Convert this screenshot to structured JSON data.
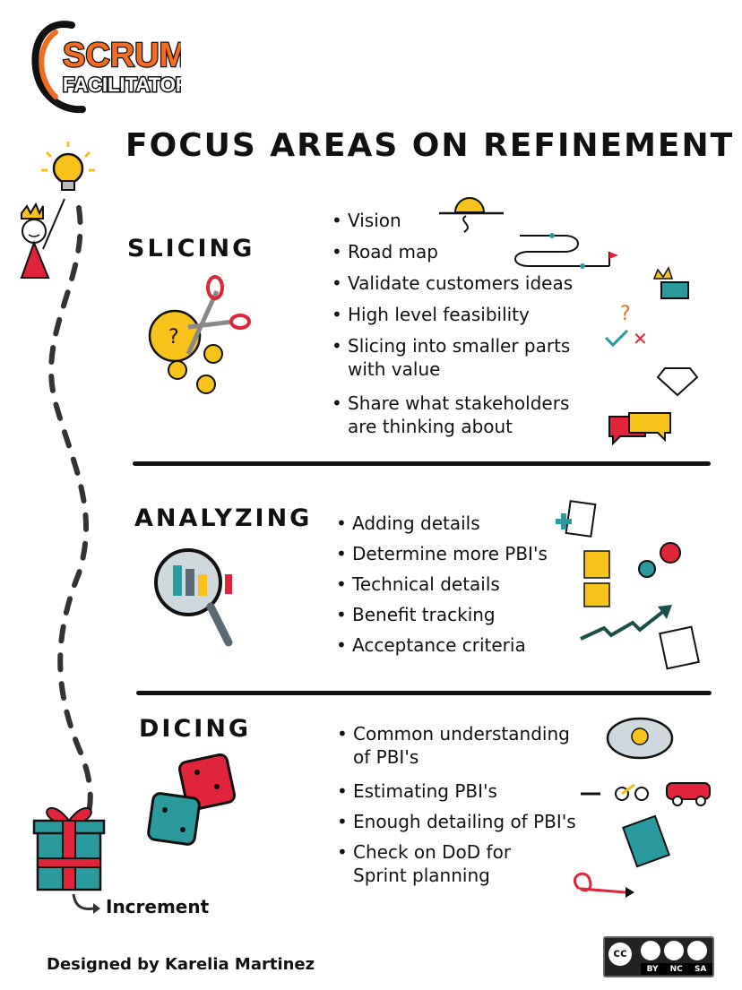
{
  "logo": {
    "line1": "SCRUM",
    "line2": "FACILITATORS"
  },
  "title": "FOCUS AREAS ON REFINEMENT",
  "sections": [
    {
      "title": "SLICING",
      "bullets": [
        "Vision",
        "Road map",
        "Validate customers ideas",
        "High level feasibility",
        "Slicing into smaller parts",
        "with value",
        "Share what stakeholders",
        "are thinking about"
      ]
    },
    {
      "title": "ANALYZING",
      "bullets": [
        "Adding details",
        "Determine more PBI's",
        "Technical details",
        "Benefit tracking",
        "Acceptance criteria"
      ]
    },
    {
      "title": "DICING",
      "bullets": [
        "Common understanding",
        "of PBI's",
        "Estimating PBI's",
        "Enough detailing of PBI's",
        "Check on DoD for",
        "Sprint planning"
      ]
    }
  ],
  "increment_label": "Increment",
  "footer": "Designed by Karelia Martinez",
  "license": {
    "cc": "cc",
    "by": "BY",
    "nc": "NC",
    "sa": "SA"
  },
  "colors": {
    "orange": "#f26d21",
    "yellow": "#f7c21a",
    "red": "#e0243a",
    "teal": "#2b9a9e",
    "ink": "#111111"
  }
}
